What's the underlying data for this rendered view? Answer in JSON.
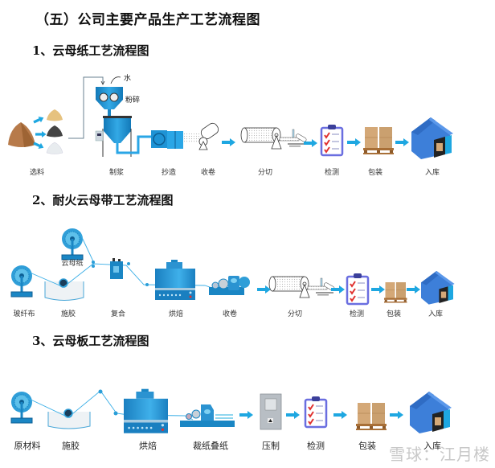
{
  "title": "（五）公司主要产品生产工艺流程图",
  "sections": [
    {
      "heading": "1、云母纸工艺流程图",
      "steps": [
        "选料",
        "制浆",
        "抄造",
        "收卷",
        "分切",
        "检测",
        "包装",
        "入库"
      ],
      "annotations": {
        "water": "水",
        "crush": "粉碎"
      }
    },
    {
      "heading": "2、耐火云母带工艺流程图",
      "steps": [
        "玻纤布",
        "施胶",
        "复合",
        "烘焙",
        "收卷",
        "分切",
        "检测",
        "包装",
        "入库"
      ],
      "annotations": {
        "mica_paper": "云母纸"
      }
    },
    {
      "heading": "3、云母板工艺流程图",
      "steps": [
        "原材料",
        "施胶",
        "烘焙",
        "裁纸叠纸",
        "压制",
        "检测",
        "包装",
        "入库"
      ]
    }
  ],
  "icons": {
    "arrow": "flow-arrow-icon",
    "checklist": "clipboard-checklist-icon",
    "pallet": "boxes-on-pallet-icon",
    "warehouse": "warehouse-icon",
    "reel": "material-reel-icon",
    "oven": "baking-oven-icon",
    "slitter": "slitting-machine-icon"
  },
  "colors": {
    "accent": "#1ea7e1",
    "machine": "#1a86c4",
    "house": "#3d7fd9",
    "box": "#d2a574",
    "check": "#e0312f",
    "clipboard": "#6a6ee0"
  },
  "watermark": "雪球：江月楼"
}
